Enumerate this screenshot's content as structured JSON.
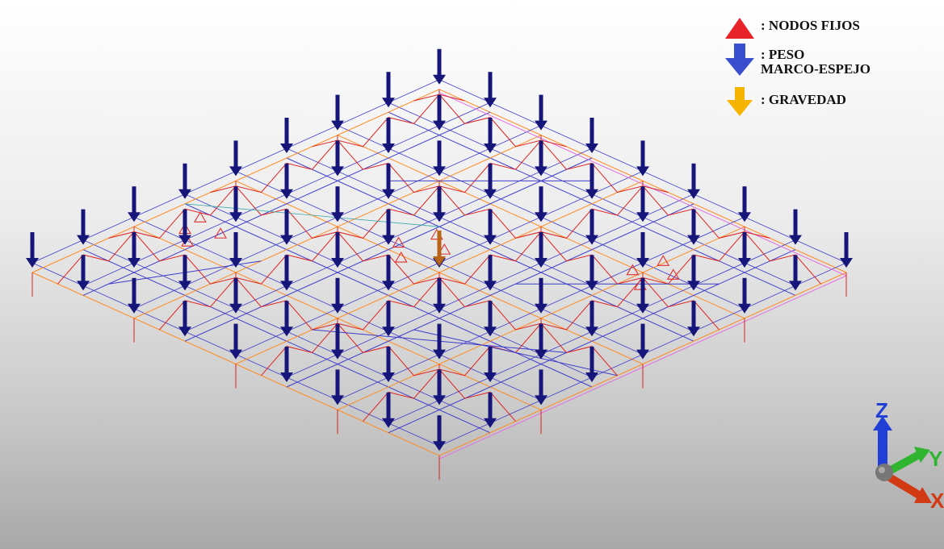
{
  "legend": {
    "items": [
      {
        "label": ": NODOS FIJOS",
        "icon": "red-triangle-icon",
        "color": "#e8242a"
      },
      {
        "label": ": PESO MARCO-ESPEJO",
        "line1": ": PESO",
        "line2": "MARCO-ESPEJO",
        "icon": "blue-down-arrow-icon",
        "color": "#3a4fd0"
      },
      {
        "label": ": GRAVEDAD",
        "icon": "yellow-down-arrow-icon",
        "color": "#f5b400"
      }
    ]
  },
  "axes": {
    "z": {
      "label": "Z",
      "color": "#1f3fd6"
    },
    "y": {
      "label": "Y",
      "color": "#2fb52f"
    },
    "x": {
      "label": "X",
      "color": "#d23a14"
    }
  },
  "colors": {
    "load_arrow": "#16167a",
    "gravity_arrow": "#b8651a",
    "frame_blue": "#3c3ccc",
    "frame_orange": "#ff8a1e",
    "frame_red": "#e0201c",
    "frame_magenta": "#e070e0",
    "frame_teal": "#3aa8a8",
    "fixed_node": "#e03030"
  }
}
